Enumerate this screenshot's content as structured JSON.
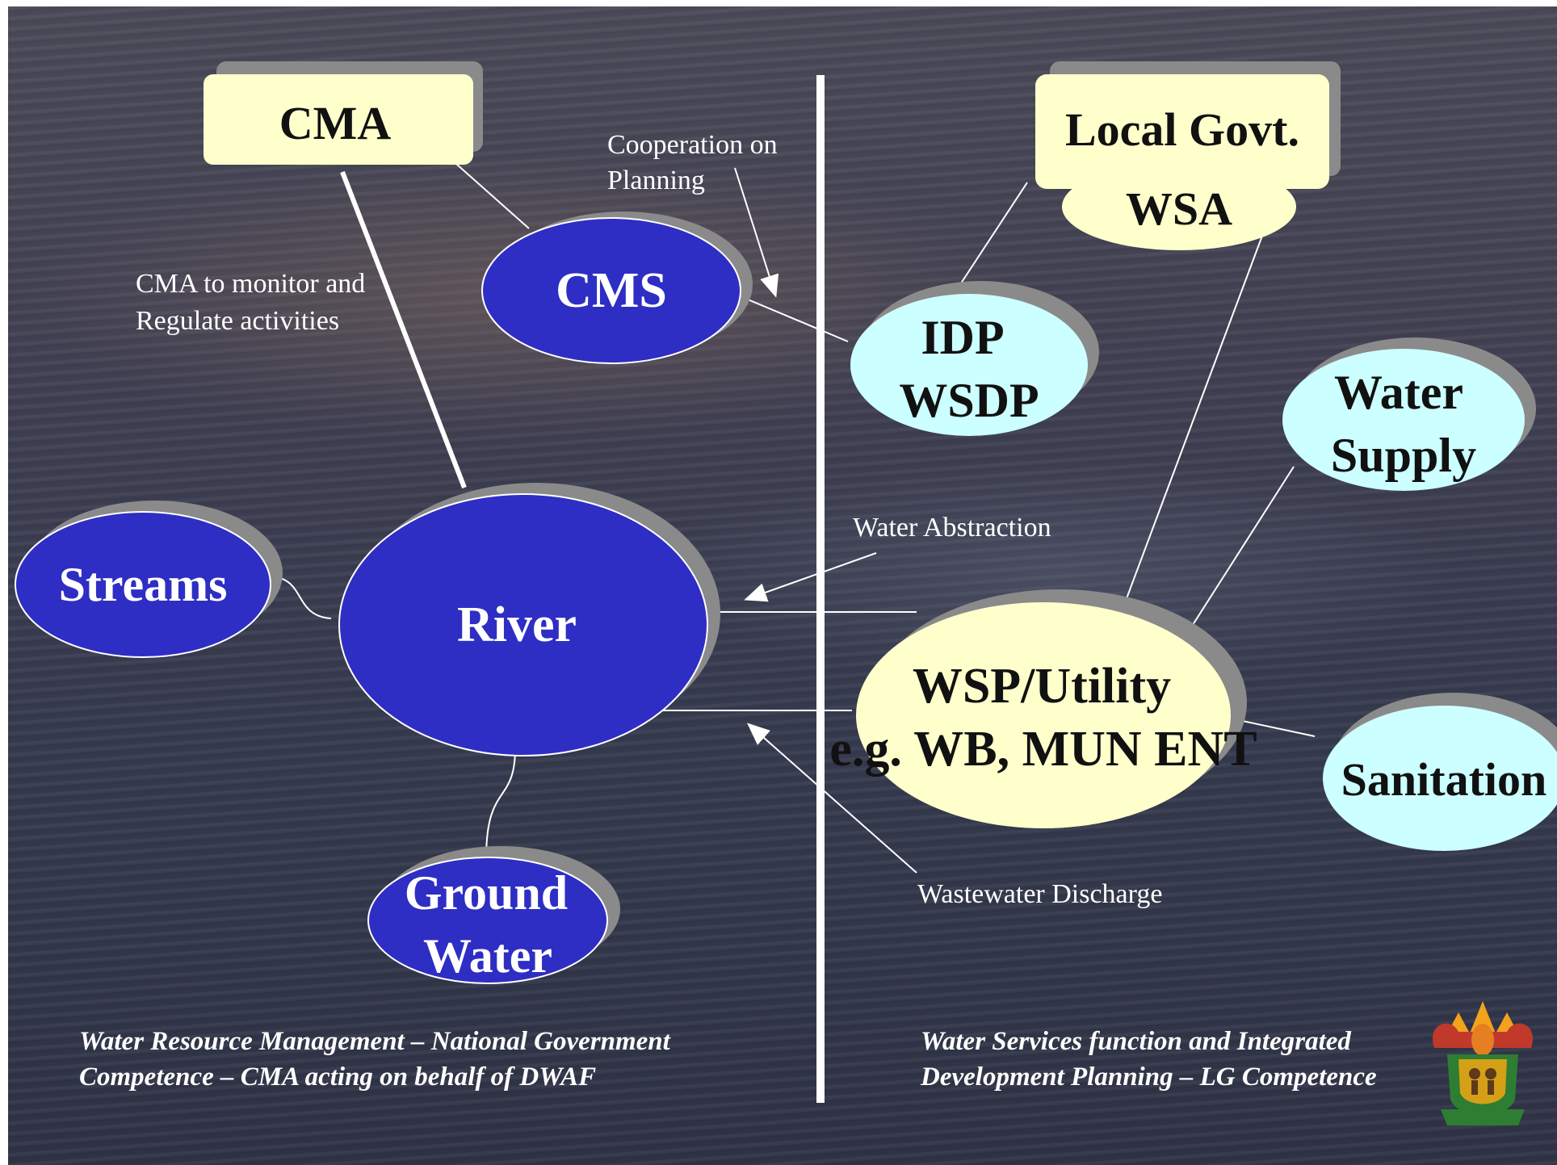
{
  "nodes": {
    "cma": "CMA",
    "local_govt": "Local Govt.",
    "wsa": "WSA",
    "cms": "CMS",
    "idp_line1": "IDP",
    "idp_line2": "WSDP",
    "water_supply_line1": "Water",
    "water_supply_line2": "Supply",
    "streams": "Streams",
    "river": "River",
    "wsp_line1": "WSP/Utility",
    "wsp_line2": "e.g. WB, MUN ENT",
    "sanitation": "Sanitation",
    "ground_water_line1": "Ground",
    "ground_water_line2": "Water"
  },
  "annotations": {
    "cooperation_line1": "Cooperation on",
    "cooperation_line2": "Planning",
    "cma_monitor_line1": "CMA to monitor and",
    "cma_monitor_line2": "Regulate  activities",
    "water_abstraction": "Water Abstraction",
    "wastewater_discharge": "Wastewater  Discharge"
  },
  "footer": {
    "left_line1": "Water Resource Management – National Government",
    "left_line2": "Competence – CMA acting on  behalf of DWAF",
    "right_line1": "Water Services function and Integrated",
    "right_line2": "Development Planning – LG Competence"
  },
  "colors": {
    "blue_node": "#2e2ec4",
    "light_yellow": "#ffffcc",
    "light_cyan": "#ccffff"
  }
}
